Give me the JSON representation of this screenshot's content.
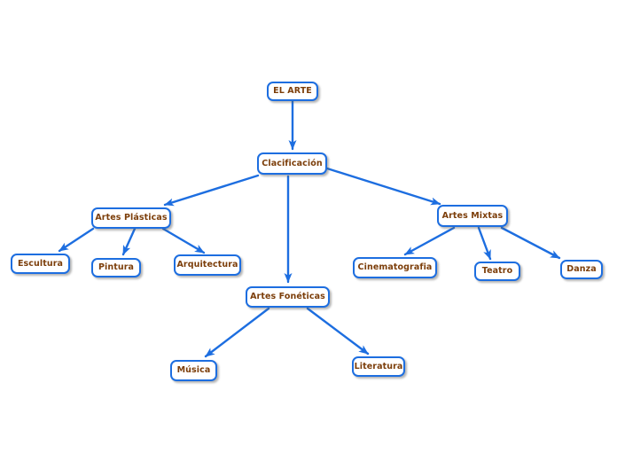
{
  "diagram": {
    "type": "concept-map",
    "colors": {
      "node_border": "#1d6ee0",
      "node_fill": "#ffffff",
      "arrow": "#1d6ee0",
      "label_text": "#7c3e0a",
      "background": "#ffffff"
    },
    "nodes": {
      "el_arte": {
        "label": "EL ARTE"
      },
      "clacificacion": {
        "label": "Clacificación"
      },
      "artes_plasticas": {
        "label": "Artes Plásticas"
      },
      "escultura": {
        "label": "Escultura"
      },
      "pintura": {
        "label": "Pintura"
      },
      "arquitectura": {
        "label": "Arquitectura"
      },
      "artes_foneticas": {
        "label": "Artes Fonéticas"
      },
      "musica": {
        "label": "Música"
      },
      "literatura": {
        "label": "Literatura"
      },
      "artes_mixtas": {
        "label": "Artes Mixtas"
      },
      "cinematografia": {
        "label": "Cinematografia"
      },
      "teatro": {
        "label": "Teatro"
      },
      "danza": {
        "label": "Danza"
      }
    },
    "edges": [
      {
        "from": "el_arte",
        "to": "clacificacion"
      },
      {
        "from": "clacificacion",
        "to": "artes_plasticas"
      },
      {
        "from": "clacificacion",
        "to": "artes_foneticas"
      },
      {
        "from": "clacificacion",
        "to": "artes_mixtas"
      },
      {
        "from": "artes_plasticas",
        "to": "escultura"
      },
      {
        "from": "artes_plasticas",
        "to": "pintura"
      },
      {
        "from": "artes_plasticas",
        "to": "arquitectura"
      },
      {
        "from": "artes_foneticas",
        "to": "musica"
      },
      {
        "from": "artes_foneticas",
        "to": "literatura"
      },
      {
        "from": "artes_mixtas",
        "to": "cinematografia"
      },
      {
        "from": "artes_mixtas",
        "to": "teatro"
      },
      {
        "from": "artes_mixtas",
        "to": "danza"
      }
    ]
  }
}
